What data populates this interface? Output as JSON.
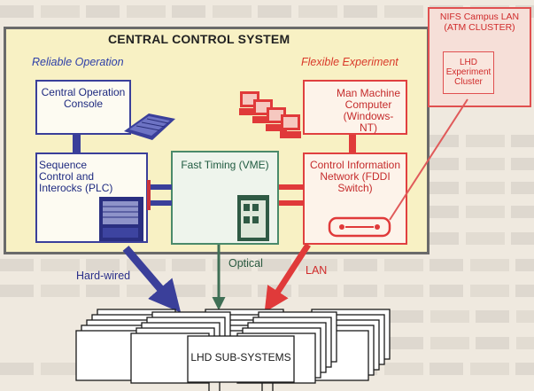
{
  "outer_title": "CENTRAL CONTROL SYSTEM",
  "left_subtitle": "Reliable Operation",
  "right_subtitle": "Flexible Experiment",
  "console": "Central Operation Console",
  "sequence": "Sequence Control and Interocks (PLC)",
  "fast_timing": "Fast Timing (VME)",
  "man_machine": "Man Machine Computer (Windows-NT)",
  "control_info": "Control Information Network (FDDI Switch)",
  "nifs_title": "NIFS Campus LAN (ATM CLUSTER)",
  "lhd_cluster": "LHD Experiment Cluster",
  "hardwired": "Hard-wired",
  "optical": "Optical",
  "lan": "LAN",
  "subsystems": "LHD SUB-SYSTEMS",
  "colors": {
    "blue": "#3a3f9a",
    "green": "#4a8a6a",
    "red": "#e04040"
  }
}
